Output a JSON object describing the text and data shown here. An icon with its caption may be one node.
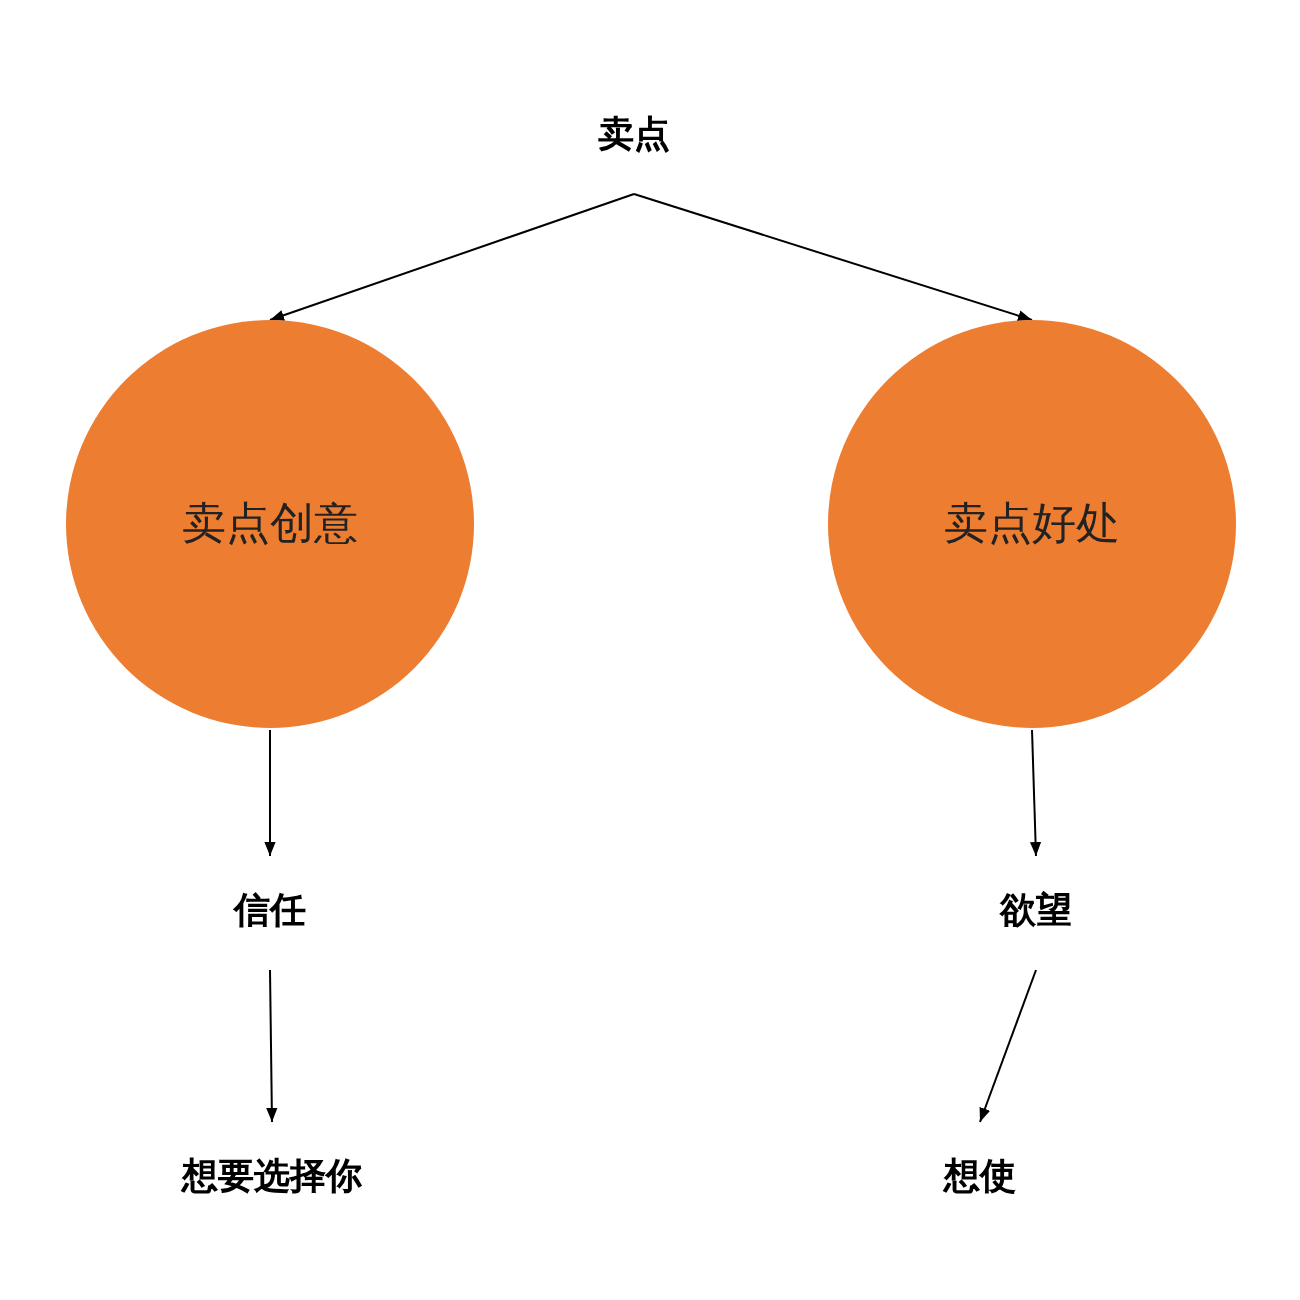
{
  "diagram": {
    "nodes": [
      {
        "text": [
          "卖点"
        ]
      },
      {
        "text": [
          "卖点创意"
        ]
      },
      {
        "text": [
          "卖点好处"
        ]
      },
      {
        "text": [
          "信任"
        ]
      },
      {
        "text": [
          "欲望"
        ]
      },
      {
        "text": [
          "想要选择你"
        ]
      },
      {
        "text": [
          "想使"
        ]
      }
    ],
    "edges": [
      {
        "from": 0,
        "to": 1,
        "arrow": "to"
      },
      {
        "from": 0,
        "to": 2,
        "arrow": "to"
      },
      {
        "from": 1,
        "to": 3,
        "arrow": "to"
      },
      {
        "from": 3,
        "to": 5,
        "arrow": "to"
      },
      {
        "from": 2,
        "to": 4,
        "arrow": "to"
      },
      {
        "from": 4,
        "to": 6,
        "arrow": "to"
      }
    ]
  }
}
